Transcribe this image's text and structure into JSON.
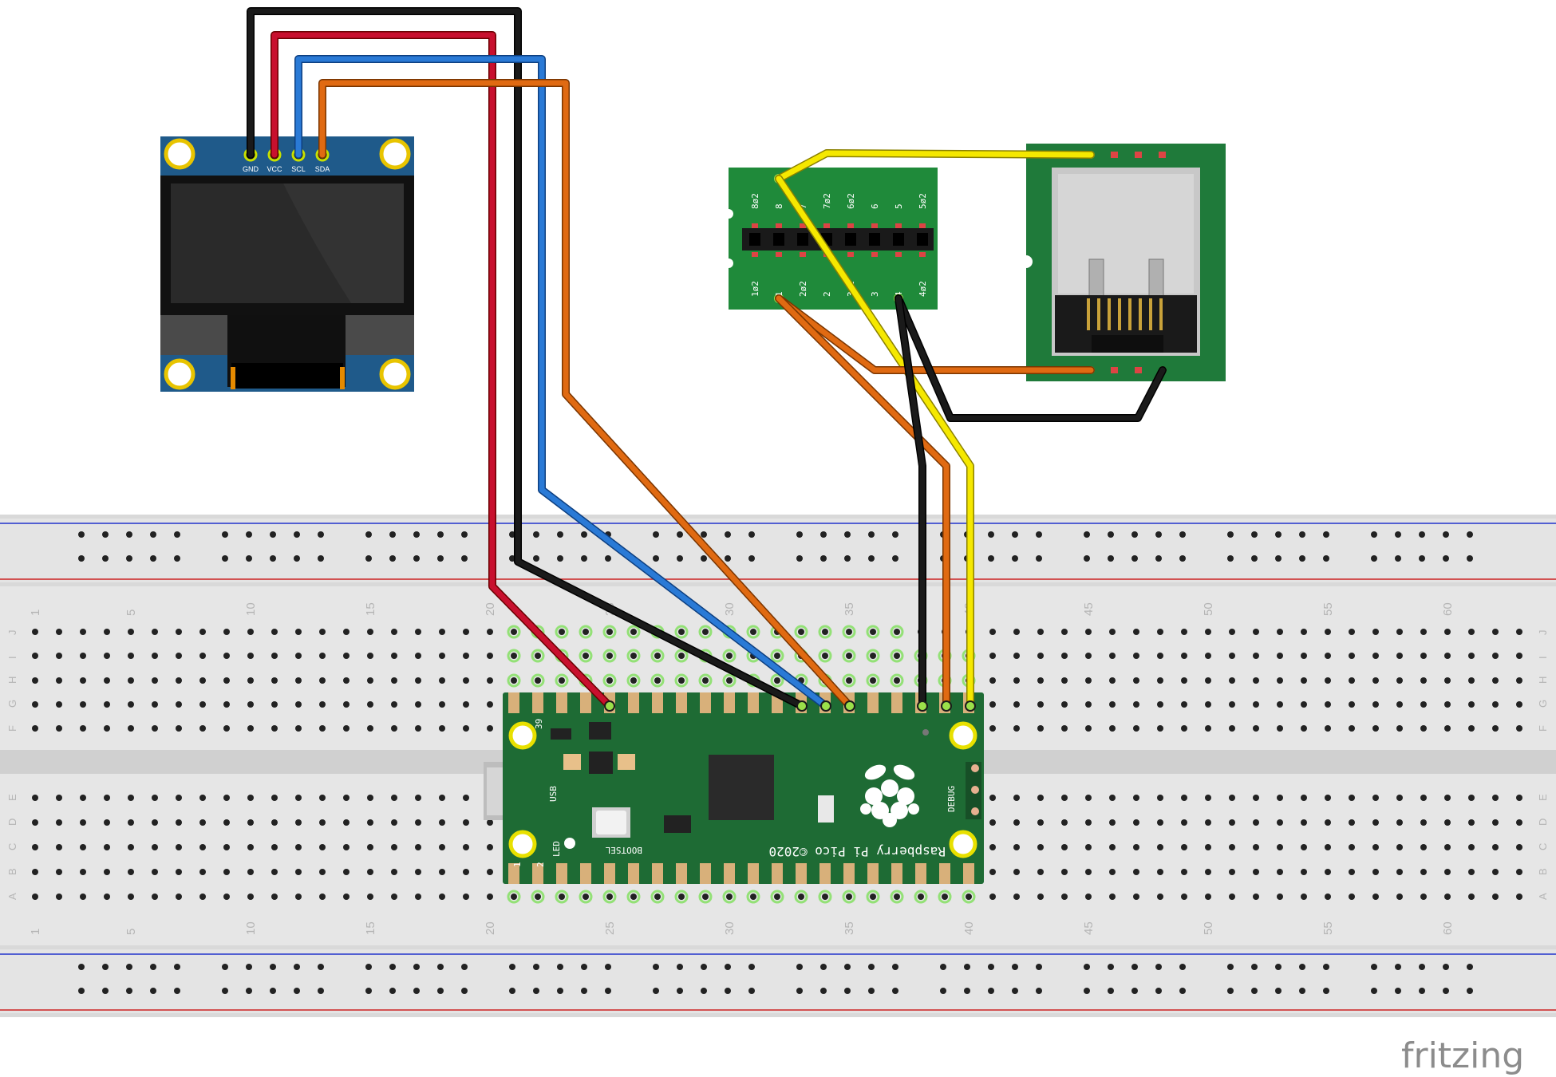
{
  "oled": {
    "pins": [
      "GND",
      "VCC",
      "SCL",
      "SDA"
    ]
  },
  "breadboard": {
    "column_numbers": [
      "1",
      "5",
      "10",
      "15",
      "20",
      "25",
      "30",
      "35",
      "40",
      "45",
      "50",
      "55",
      "60"
    ],
    "top_rows": [
      "J",
      "I",
      "H",
      "G",
      "F"
    ],
    "bottom_rows": [
      "E",
      "D",
      "C",
      "B",
      "A"
    ]
  },
  "pico": {
    "name": "Raspberry Pi Pico ©2020",
    "bootsel": "BOOTSEL",
    "usb": "USB",
    "led": "LED",
    "debug": "DEBUG",
    "pin_39": "39",
    "pin_1": "1",
    "pin_2": "2"
  },
  "rj45_breakout": {
    "top_labels": [
      "8ø2",
      "8",
      "7",
      "7ø2",
      "6ø2",
      "6",
      "5",
      "5ø2"
    ],
    "bottom_labels": [
      "1ø2",
      "1",
      "2ø2",
      "2",
      "3ø2",
      "3",
      "4",
      "4ø2"
    ]
  },
  "wire_colors": {
    "black": "#1a1a1a",
    "red": "#c8102e",
    "blue": "#2a7ad6",
    "orange": "#e06a12",
    "yellow": "#f5e800"
  },
  "brand": "fritzing"
}
